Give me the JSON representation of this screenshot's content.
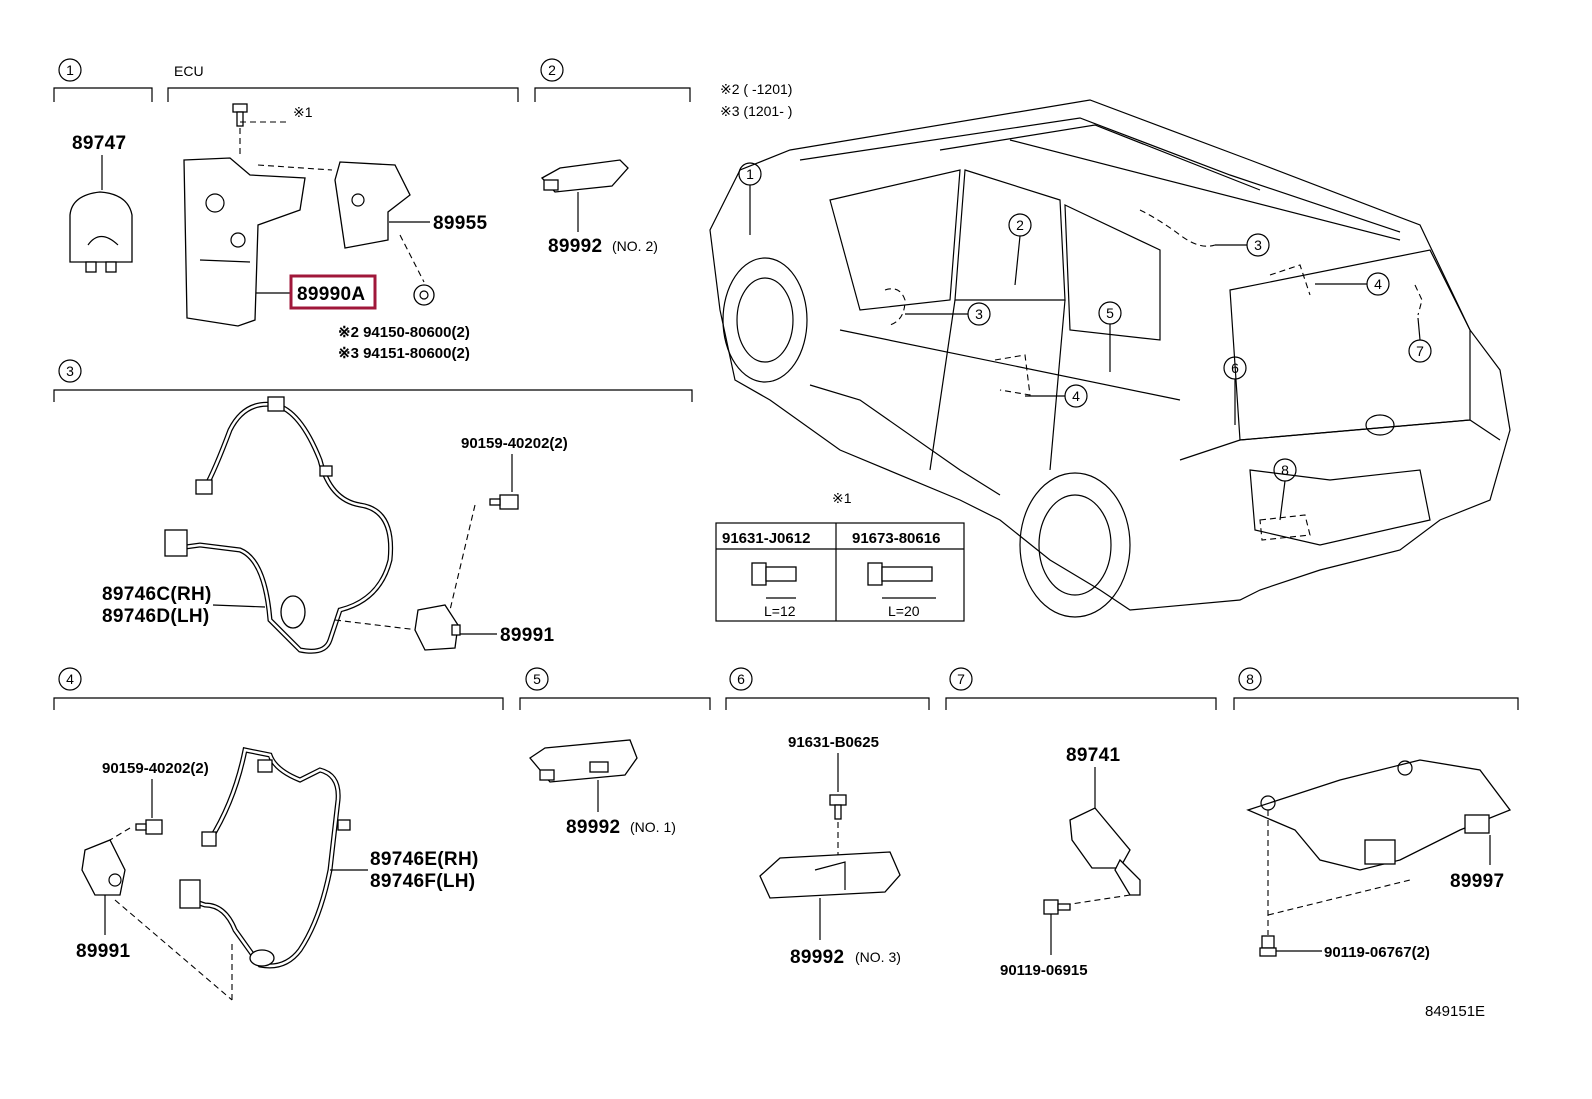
{
  "sections": {
    "s1": {
      "num": "1"
    },
    "ecu": {
      "title": "ECU"
    },
    "s2": {
      "num": "2"
    },
    "s3": {
      "num": "3"
    },
    "s4": {
      "num": "4"
    },
    "s5": {
      "num": "5"
    },
    "s6": {
      "num": "6"
    },
    "s7": {
      "num": "7"
    },
    "s8": {
      "num": "8"
    }
  },
  "parts": {
    "p89747": "89747",
    "p89955": "89955",
    "p89990a": "89990A",
    "note_x1": "※1",
    "bolt_x2": "※2 94150-80600(2)",
    "bolt_x3": "※3 94151-80600(2)",
    "p89992_no2": "89992",
    "no2": "(NO. 2)",
    "p90159_a": "90159-40202(2)",
    "p89746c": "89746C(RH)",
    "p89746d": "89746D(LH)",
    "p89991_a": "89991",
    "p90159_b": "90159-40202(2)",
    "p89746e": "89746E(RH)",
    "p89746f": "89746F(LH)",
    "p89991_b": "89991",
    "p89992_no1": "89992",
    "no1": "(NO. 1)",
    "p91631_b0625": "91631-B0625",
    "p89992_no3": "89992",
    "no3": "(NO. 3)",
    "p89741": "89741",
    "p90119_06915": "90119-06915",
    "p89997": "89997",
    "p90119_06767": "90119-06767(2)"
  },
  "vehicle_notes": {
    "x2": "※2 (      -1201)",
    "x3": "※3 (1201-      )"
  },
  "callouts": [
    "1",
    "2",
    "3",
    "3",
    "4",
    "4",
    "5",
    "6",
    "7",
    "8"
  ],
  "bolt_table": {
    "note": "※1",
    "col1_part": "91631-J0612",
    "col1_len": "L=12",
    "col2_part": "91673-80616",
    "col2_len": "L=20"
  },
  "figure_id": "849151E",
  "colors": {
    "highlight": "#a0173a",
    "line": "#000000",
    "background": "#ffffff"
  }
}
